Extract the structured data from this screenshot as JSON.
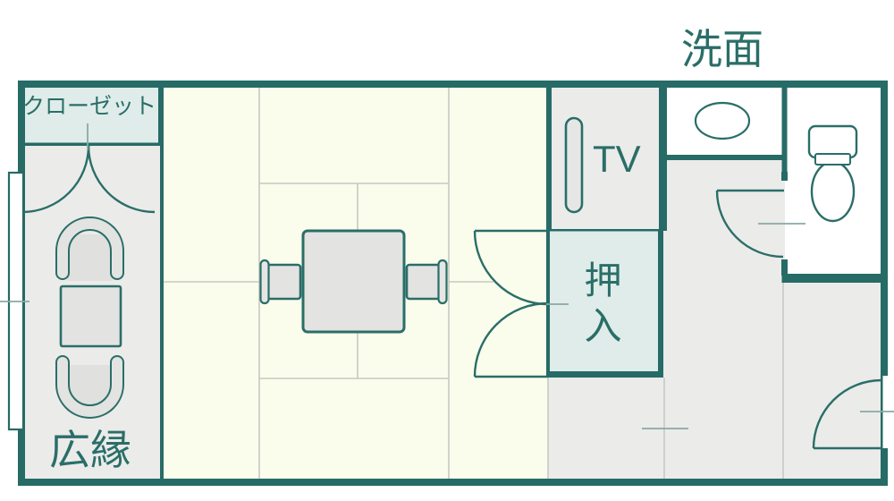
{
  "plan": {
    "labels": {
      "washroom": "洗面",
      "closet": "クローゼット",
      "veranda": "広縁",
      "futon_closet": "押入",
      "tv": "TV"
    },
    "colors": {
      "wall_teal": "#266b66",
      "label_text": "#2a6e68",
      "floor_gray": "#ebebea",
      "floor_tatami_ivory": "#fafcec",
      "closet_fill_light_teal": "#dfecea",
      "furniture_gray": "#e3e3e2",
      "seat_gray": "#e0e0df",
      "fixture_white": "#ffffff",
      "tatami_grid_line": "#c7c9c1",
      "door_marker_line": "#8aa9a4"
    },
    "symbols": {
      "window": "double-line window on west wall",
      "double_door_arcs": "quarter-circle swing arcs",
      "washbasin": "ellipse",
      "toilet": "tank + bowl",
      "armchairs": "horseshoe chairs in veranda",
      "low_table": "square table with two chairs"
    }
  }
}
